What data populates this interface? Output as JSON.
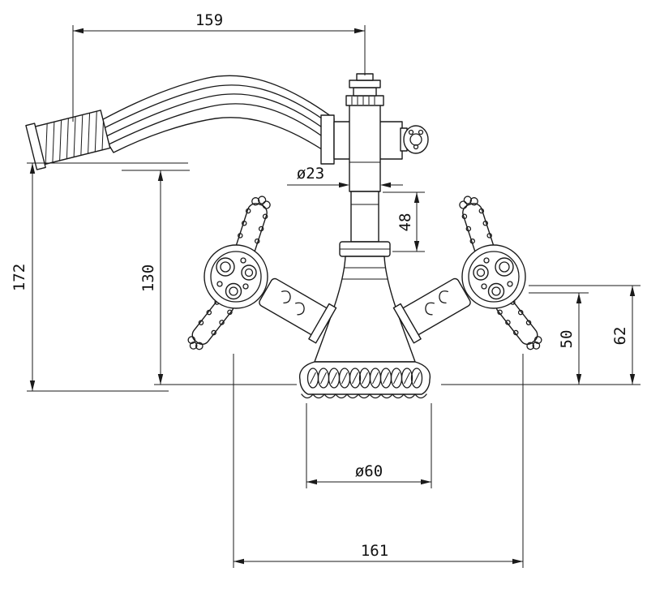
{
  "drawing": {
    "background": "#ffffff",
    "line_color": "#1a1a1a",
    "dims": {
      "spout_reach": "159",
      "overall_height": "172",
      "outlet_height": "130",
      "neck_diameter": "ø23",
      "neck_height": "48",
      "handle_height": "50",
      "handle_top_height": "62",
      "base_diameter": "ø60",
      "overall_width": "161"
    }
  }
}
